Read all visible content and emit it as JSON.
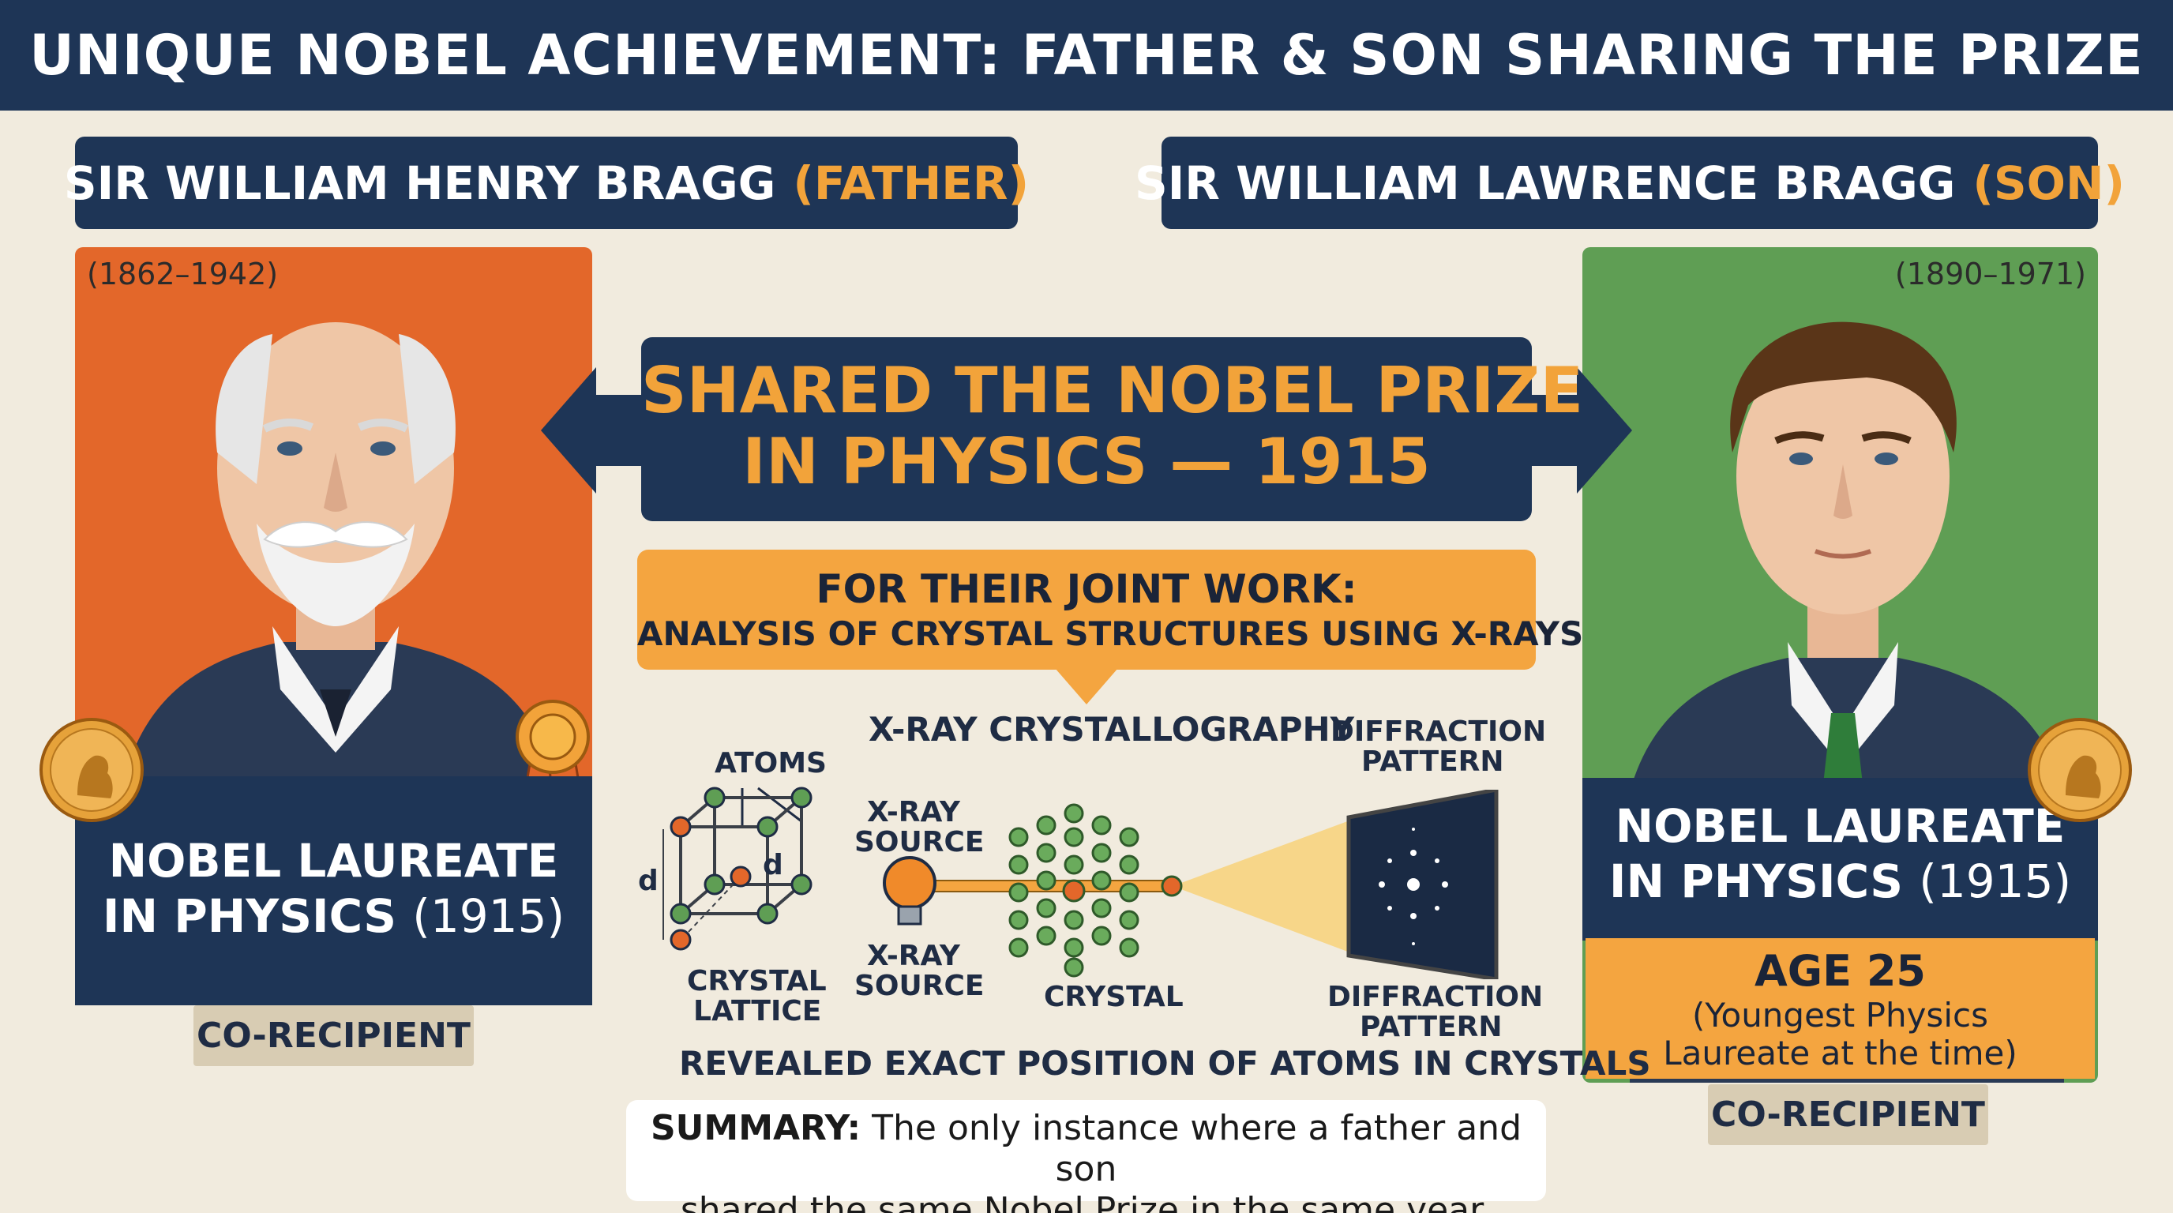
{
  "title": "UNIQUE NOBEL ACHIEVEMENT: FATHER & SON SHARING THE PRIZE",
  "father": {
    "name": "SIR WILLIAM HENRY BRAGG",
    "role": "(FATHER)",
    "years": "(1862–1942)",
    "laureate_line1": "NOBEL LAUREATE",
    "laureate_line2": "IN PHYSICS",
    "laureate_year": "(1915)",
    "recipient_tag": "CO-RECIPIENT"
  },
  "son": {
    "name": "SIR WILLIAM LAWRENCE BRAGG",
    "role": "(SON)",
    "years": "(1890–1971)",
    "laureate_line1": "NOBEL LAUREATE",
    "laureate_line2": "IN PHYSICS",
    "laureate_year": "(1915)",
    "age_title": "AGE 25",
    "age_note_line1": "(Youngest Physics",
    "age_note_line2": "Laureate at the time)",
    "recipient_tag": "CO-RECIPIENT"
  },
  "prize": {
    "line1": "SHARED THE NOBEL PRIZE",
    "line2": "IN PHYSICS — 1915"
  },
  "joint_work": {
    "heading": "FOR THEIR JOINT WORK:",
    "subheading": "ANALYSIS OF CRYSTAL STRUCTURES USING X-RAYS"
  },
  "diagram": {
    "title": "X-RAY CRYSTALLOGRAPHY",
    "atoms_label": "ATOMS",
    "d_label": "d",
    "lattice_label_line1": "CRYSTAL",
    "lattice_label_line2": "LATTICE",
    "source_top_line1": "X-RAY",
    "source_top_line2": "SOURCE",
    "source_bottom_line1": "X-RAY",
    "source_bottom_line2": "SOURCE",
    "crystal_label": "CRYSTAL",
    "diffraction_top_line1": "DIFFRACTION",
    "diffraction_top_line2": "PATTERN",
    "diffraction_bottom_line1": "DIFFRACTION",
    "diffraction_bottom_line2": "PATTERN",
    "caption": "REVEALED EXACT POSITION OF ATOMS IN CRYSTALS"
  },
  "summary": {
    "label": "SUMMARY:",
    "text_line1": "The only instance where a father and son",
    "text_line2": "shared the same Nobel Prize in the same year."
  },
  "colors": {
    "navy": "#1e3556",
    "orange_accent": "#f2a33a",
    "father_bg": "#e3672a",
    "son_bg": "#5f9e54",
    "page_bg": "#f1ebde"
  }
}
